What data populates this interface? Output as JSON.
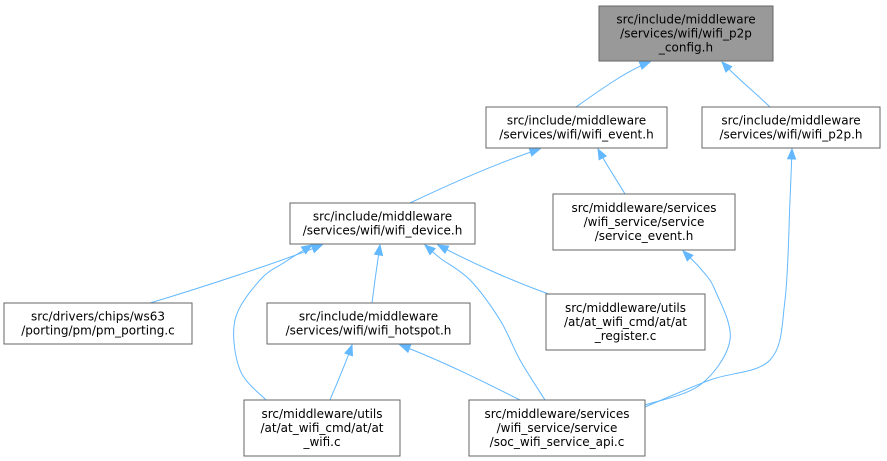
{
  "colors": {
    "edge": "#63b8ff",
    "node_border": "#666666",
    "root_fill": "#999999",
    "node_fill": "#ffffff"
  },
  "nodes": [
    {
      "id": "n0",
      "root": true,
      "lines": [
        "src/include/middleware",
        "/services/wifi/wifi_p2p",
        "_config.h"
      ]
    },
    {
      "id": "n1",
      "root": false,
      "lines": [
        "src/include/middleware",
        "/services/wifi/wifi_event.h"
      ]
    },
    {
      "id": "n2",
      "root": false,
      "lines": [
        "src/include/middleware",
        "/services/wifi/wifi_p2p.h"
      ]
    },
    {
      "id": "n3",
      "root": false,
      "lines": [
        "src/include/middleware",
        "/services/wifi/wifi_device.h"
      ]
    },
    {
      "id": "n4",
      "root": false,
      "lines": [
        "src/middleware/services",
        "/wifi_service/service",
        "/service_event.h"
      ]
    },
    {
      "id": "n5",
      "root": false,
      "lines": [
        "src/drivers/chips/ws63",
        "/porting/pm/pm_porting.c"
      ]
    },
    {
      "id": "n6",
      "root": false,
      "lines": [
        "src/include/middleware",
        "/services/wifi/wifi_hotspot.h"
      ]
    },
    {
      "id": "n7",
      "root": false,
      "lines": [
        "src/middleware/utils",
        "/at/at_wifi_cmd/at/at",
        "_register.c"
      ]
    },
    {
      "id": "n8",
      "root": false,
      "lines": [
        "src/middleware/utils",
        "/at/at_wifi_cmd/at/at",
        "_wifi.c"
      ]
    },
    {
      "id": "n9",
      "root": false,
      "lines": [
        "src/middleware/services",
        "/wifi_service/service",
        "/soc_wifi_service_api.c"
      ]
    }
  ],
  "edges": [
    {
      "from": "n1",
      "to": "n0"
    },
    {
      "from": "n2",
      "to": "n0"
    },
    {
      "from": "n3",
      "to": "n1"
    },
    {
      "from": "n4",
      "to": "n1"
    },
    {
      "from": "n9",
      "to": "n2"
    },
    {
      "from": "n5",
      "to": "n3"
    },
    {
      "from": "n6",
      "to": "n3"
    },
    {
      "from": "n7",
      "to": "n3"
    },
    {
      "from": "n8",
      "to": "n3"
    },
    {
      "from": "n9",
      "to": "n3"
    },
    {
      "from": "n8",
      "to": "n6"
    },
    {
      "from": "n9",
      "to": "n6"
    },
    {
      "from": "n9",
      "to": "n4"
    }
  ]
}
